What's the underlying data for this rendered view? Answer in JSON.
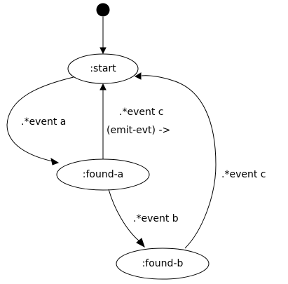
{
  "diagram": {
    "nodes": {
      "initial": "",
      "start": ":start",
      "found_a": ":found-a",
      "found_b": ":found-b"
    },
    "edges": {
      "start_to_found_a": ".*event a",
      "found_a_to_start_line1": ".*event c",
      "found_a_to_start_line2": "(emit-evt) ->",
      "found_a_to_found_b": ".*event b",
      "found_b_to_start": ".*event c"
    }
  }
}
